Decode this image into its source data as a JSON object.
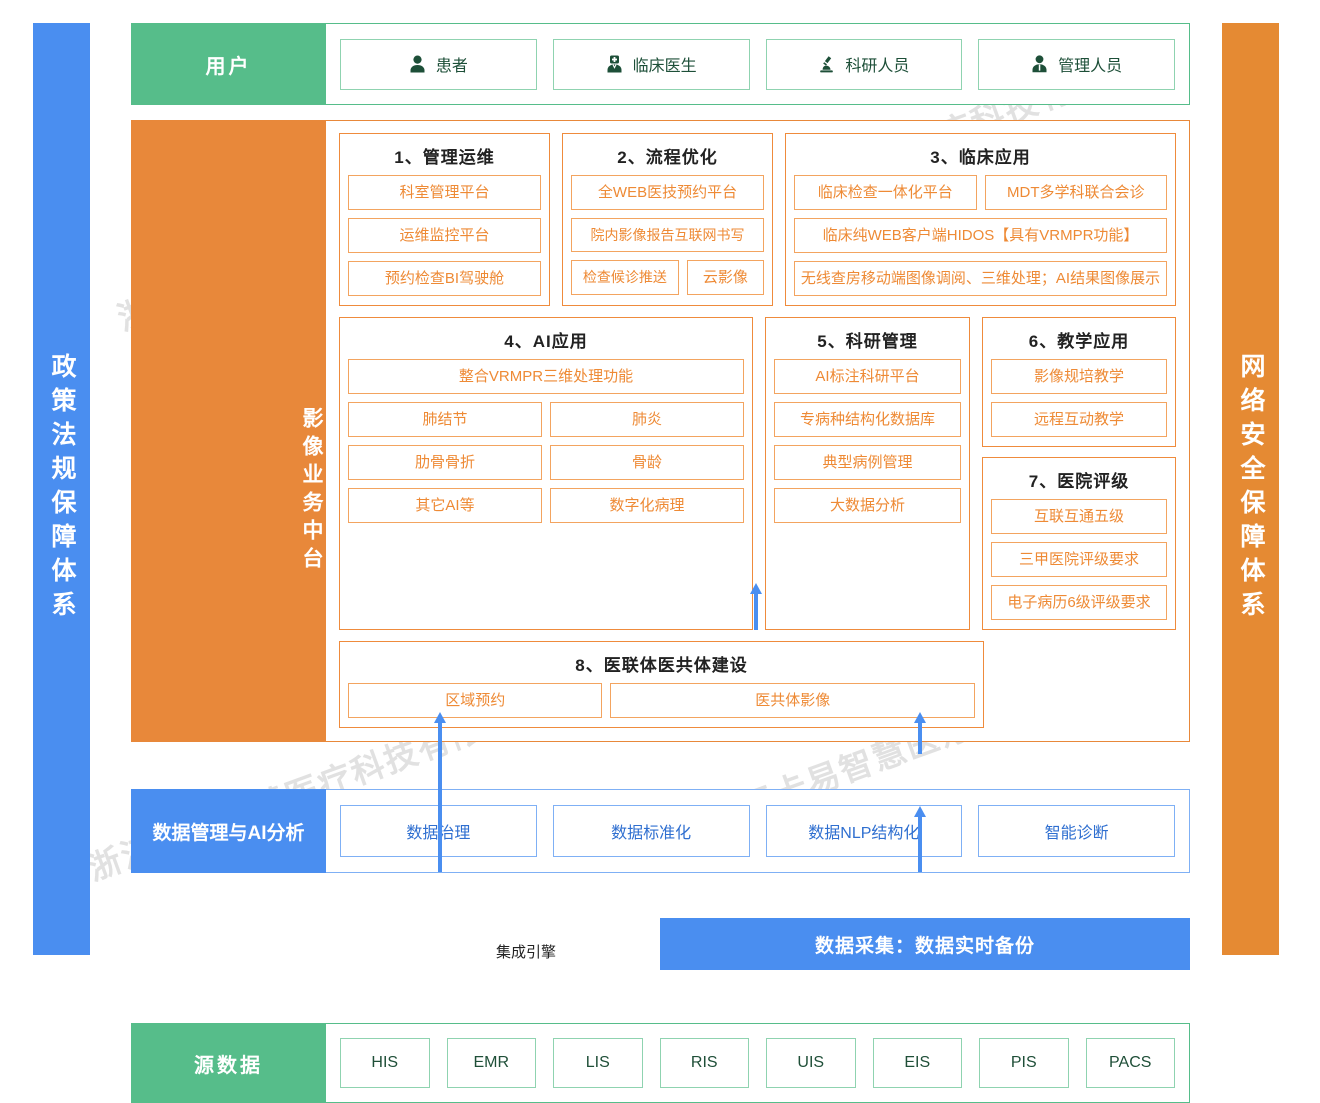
{
  "pillars": {
    "left": {
      "label": "政策法规保障体系",
      "color": "#4a8ef0"
    },
    "right": {
      "label": "网络安全保障体系",
      "color": "#e58a33"
    }
  },
  "users": {
    "label": "用户",
    "color": "#56bd8a",
    "items": [
      {
        "icon": "person-icon",
        "label": "患者"
      },
      {
        "icon": "doctor-icon",
        "label": "临床医生"
      },
      {
        "icon": "microscope-icon",
        "label": "科研人员"
      },
      {
        "icon": "manager-icon",
        "label": "管理人员"
      }
    ]
  },
  "platform": {
    "label": "影像业务中台",
    "color": "#e8883a",
    "groups": [
      {
        "title": "1、管理运维",
        "rows": [
          [
            "科室管理平台"
          ],
          [
            "运维监控平台"
          ],
          [
            "预约检查BI驾驶舱"
          ]
        ]
      },
      {
        "title": "2、流程优化",
        "rows": [
          [
            "全WEB医技预约平台"
          ],
          [
            "院内影像报告互联网书写"
          ],
          [
            "检查候诊推送",
            "云影像"
          ]
        ]
      },
      {
        "title": "3、临床应用",
        "rows": [
          [
            "临床检查一体化平台",
            "MDT多学科联合会诊"
          ],
          [
            "临床纯WEB客户端HIDOS【具有VRMPR功能】"
          ],
          [
            "无线查房移动端图像调阅、三维处理；AI结果图像展示"
          ]
        ]
      },
      {
        "title": "4、AI应用",
        "rows": [
          [
            "整合VRMPR三维处理功能"
          ],
          [
            "肺结节",
            "肺炎"
          ],
          [
            "肋骨骨折",
            "骨龄"
          ],
          [
            "其它AI等",
            "数字化病理"
          ]
        ]
      },
      {
        "title": "5、科研管理",
        "rows": [
          [
            "AI标注科研平台"
          ],
          [
            "专病种结构化数据库"
          ],
          [
            "典型病例管理"
          ],
          [
            "大数据分析"
          ]
        ]
      },
      {
        "title": "6、教学应用",
        "rows": [
          [
            "影像规培教学"
          ],
          [
            "远程互动教学"
          ]
        ]
      },
      {
        "title": "7、医院评级",
        "rows": [
          [
            "互联互通五级"
          ],
          [
            "三甲医院评级要求"
          ],
          [
            "电子病历6级评级要求"
          ]
        ]
      },
      {
        "title": "8、医联体医共体建设",
        "rows": [
          [
            "区域预约",
            "医共体影像"
          ]
        ]
      }
    ]
  },
  "data_layer": {
    "label": "数据管理与AI分析",
    "color": "#4a8ef0",
    "items": [
      "数据治理",
      "数据标准化",
      "数据NLP结构化",
      "智能诊断"
    ]
  },
  "connectors": {
    "integration_engine": "集成引擎",
    "collection_bar": "数据采集：数据实时备份",
    "arrow_color": "#4a8ef0"
  },
  "source_data": {
    "label": "源数据",
    "color": "#56bd8a",
    "items": [
      "HIS",
      "EMR",
      "LIS",
      "RIS",
      "UIS",
      "EIS",
      "PIS",
      "PACS"
    ]
  },
  "watermarks": [
    "浙江卡易智慧医疗科技有限公司",
    "浙江卡易智慧医疗科技有限公司",
    "浙江卡易智慧医疗科技有限公司",
    "浙江卡易智慧医疗科技有限公司"
  ]
}
